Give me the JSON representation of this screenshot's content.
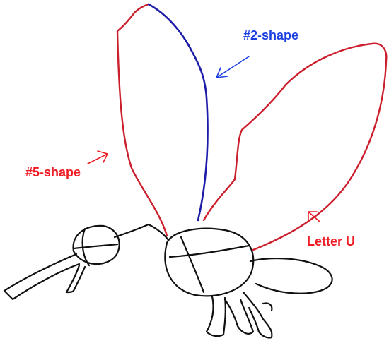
{
  "colors": {
    "sketch": "#111111",
    "red_trace": "#cc1f2d",
    "blue_trace": "#1c1ca8",
    "red_label": "#ee1c24",
    "blue_label": "#1c3fe0"
  },
  "labels": {
    "two_shape": "#2-shape",
    "five_shape": "#5-shape",
    "letter_u": "Letter U"
  }
}
